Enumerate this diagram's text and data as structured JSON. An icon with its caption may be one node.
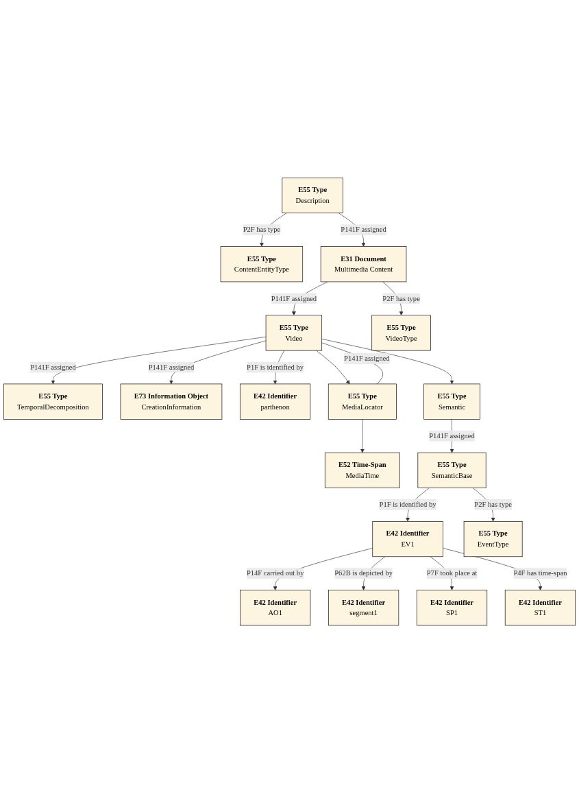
{
  "diagram": {
    "nodes": [
      {
        "text": [
          "E55 Type",
          "VideoType"
        ]
      },
      {
        "text": [
          "E55 Type",
          "ContentEntityType"
        ]
      },
      {
        "text": [
          "E55 Type",
          "Description"
        ]
      },
      {
        "text": [
          "E31 Document",
          "Multimedia Content"
        ]
      },
      {
        "text": [
          "E55 Type",
          "Video"
        ]
      },
      {
        "text": [
          "E55 Type",
          "TemporalDecomposition"
        ]
      },
      {
        "text": [
          "E73 Information Object",
          "CreationInformation"
        ]
      },
      {
        "text": [
          "E42 Identifier",
          "parthenon"
        ]
      },
      {
        "text": [
          "E55 Type",
          "MediaLocator"
        ]
      },
      {
        "text": [
          "E55 Type",
          "Semantic"
        ]
      },
      {
        "text": [
          "E52 Time-Span",
          "MediaTime"
        ]
      },
      {
        "text": [
          "E55 Type",
          "SemanticBase"
        ]
      },
      {
        "text": [
          "E55 Type",
          "EventType"
        ]
      },
      {
        "text": [
          "E42 Identifier",
          "EV1"
        ]
      },
      {
        "text": [
          "E42 Identifier",
          "AO1"
        ]
      },
      {
        "text": [
          "E42 Identifier",
          "segment1"
        ]
      },
      {
        "text": [
          "E42 Identifier",
          "SP1"
        ]
      },
      {
        "text": [
          "E42 Identifier",
          "ST1"
        ]
      }
    ],
    "edges": [
      {
        "from": 3,
        "to": 0,
        "arrow": "to",
        "label": "P2F has type"
      },
      {
        "from": 2,
        "to": 1,
        "arrow": "to",
        "label": "P2F has type"
      },
      {
        "from": 2,
        "to": 3,
        "arrow": "to",
        "label": "P141F assigned"
      },
      {
        "from": 3,
        "to": 4,
        "arrow": "to",
        "label": "P141F assigned"
      },
      {
        "from": 4,
        "to": 5,
        "arrow": "to",
        "label": "P141F assigned"
      },
      {
        "from": 4,
        "to": 6,
        "arrow": "to",
        "label": "P141F assigned"
      },
      {
        "from": 4,
        "to": 8,
        "arrow": "to"
      },
      {
        "from": 4,
        "to": 8,
        "arrow": "none",
        "label": "P141F assigned"
      },
      {
        "from": 4,
        "to": 7,
        "arrow": "to",
        "label": "P1F is identified by"
      },
      {
        "from": 4,
        "to": 9,
        "arrow": "to"
      },
      {
        "from": 8,
        "to": 10,
        "arrow": "to"
      },
      {
        "from": 9,
        "to": 11,
        "arrow": "to",
        "label": "P141F assigned"
      },
      {
        "from": 11,
        "to": 12,
        "arrow": "to",
        "label": "P2F has type"
      },
      {
        "from": 11,
        "to": 13,
        "arrow": "to",
        "label": "P1F is identified by"
      },
      {
        "from": 13,
        "to": 14,
        "arrow": "to",
        "label": "P14F carried out by"
      },
      {
        "from": 13,
        "to": 15,
        "arrow": "to",
        "label": "P62B is depicted by"
      },
      {
        "from": 13,
        "to": 16,
        "arrow": "to",
        "label": "P7F took place at"
      },
      {
        "from": 13,
        "to": 17,
        "arrow": "to",
        "label": "P4F has time-span"
      }
    ]
  }
}
